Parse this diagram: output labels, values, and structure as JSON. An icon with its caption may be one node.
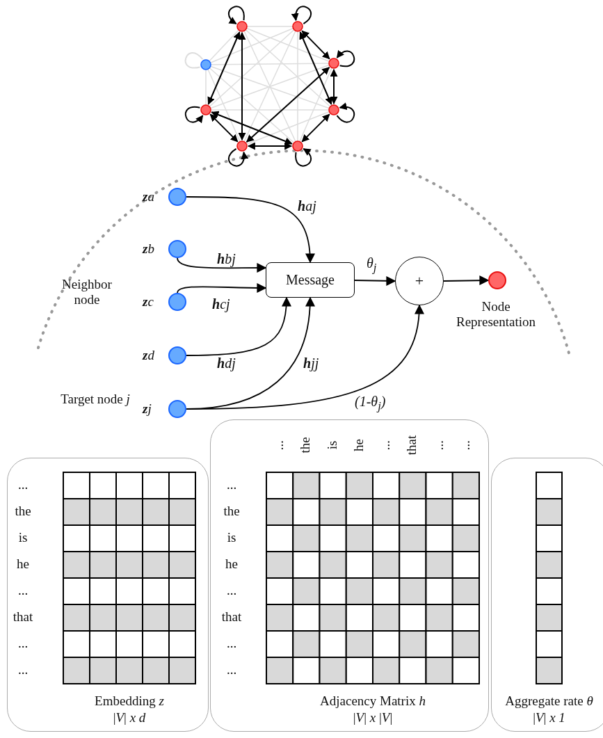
{
  "diagram": {
    "nodes": [
      {
        "text": [],
        "shape": "circle",
        "beside": [
          "**z**a"
        ]
      },
      {
        "text": [],
        "shape": "circle",
        "beside": [
          "**z**b"
        ]
      },
      {
        "text": [],
        "shape": "circle",
        "beside": [
          "**z**c"
        ]
      },
      {
        "text": [],
        "shape": "circle",
        "beside": [
          "**z**d"
        ]
      },
      {
        "text": [],
        "shape": "circle",
        "beside": [
          "**z**j"
        ]
      },
      {
        "text": [
          "Message"
        ]
      },
      {
        "text": [
          "+"
        ]
      },
      {
        "text": [],
        "shape": "circle",
        "beside": [
          "Node Representation"
        ]
      },
      {
        "text": [
          "Embedding *z*",
          "|*V*| *x d*"
        ]
      },
      {
        "text": [
          "Adjacency Matrix *h*",
          "|*V*| *x* |*V*|"
        ]
      },
      {
        "text": [
          "Aggregate rate *θ*",
          "|*V*| *x 1*"
        ]
      }
    ],
    "edges": [
      {
        "from": 0,
        "to": 5,
        "arrow": "to",
        "label": "**h**aj"
      },
      {
        "from": 1,
        "to": 5,
        "arrow": "to",
        "label": "**h**bj"
      },
      {
        "from": 2,
        "to": 5,
        "arrow": "to",
        "label": "**h**cj"
      },
      {
        "from": 3,
        "to": 5,
        "arrow": "to",
        "label": "**h**dj"
      },
      {
        "from": 4,
        "to": 5,
        "arrow": "to",
        "label": "**h**jj"
      },
      {
        "from": 5,
        "to": 6,
        "arrow": "to",
        "label": "θ$_{j}$"
      },
      {
        "from": 4,
        "to": 6,
        "arrow": "to",
        "label": "(1-θ$_{j}$)"
      },
      {
        "from": 6,
        "to": 7,
        "arrow": "to"
      }
    ],
    "labels": [
      "Neighbor node",
      "Target node *j*",
      "...",
      "the",
      "is",
      "he",
      "...",
      "that",
      "...",
      "...",
      "...",
      "the",
      "is",
      "he",
      "...",
      "that",
      "...",
      "...",
      "...",
      "the",
      "is",
      "he",
      "...",
      "that",
      "...",
      "..."
    ]
  }
}
